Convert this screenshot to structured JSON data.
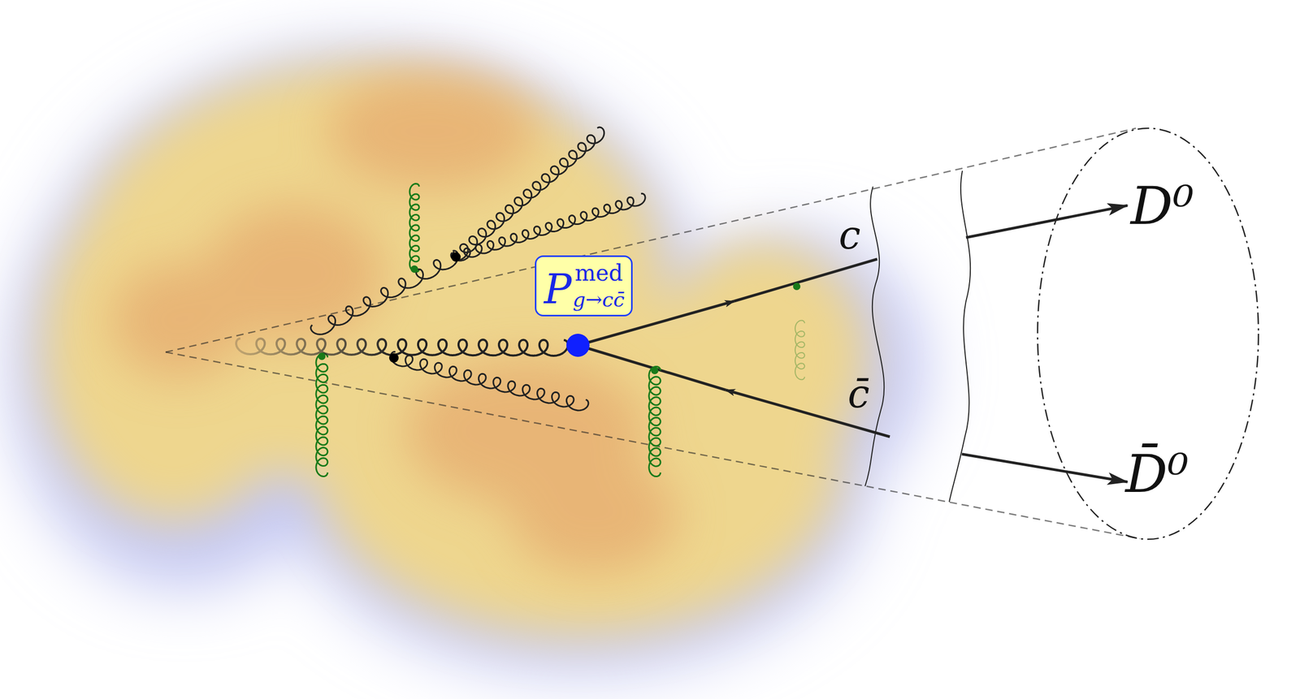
{
  "diagram": {
    "nodes": [
      {
        "text": [
          "P",
          "med",
          "g→cc̄"
        ]
      }
    ],
    "labels": [
      "c",
      "c̄",
      "D⁰",
      "D̄⁰"
    ]
  }
}
